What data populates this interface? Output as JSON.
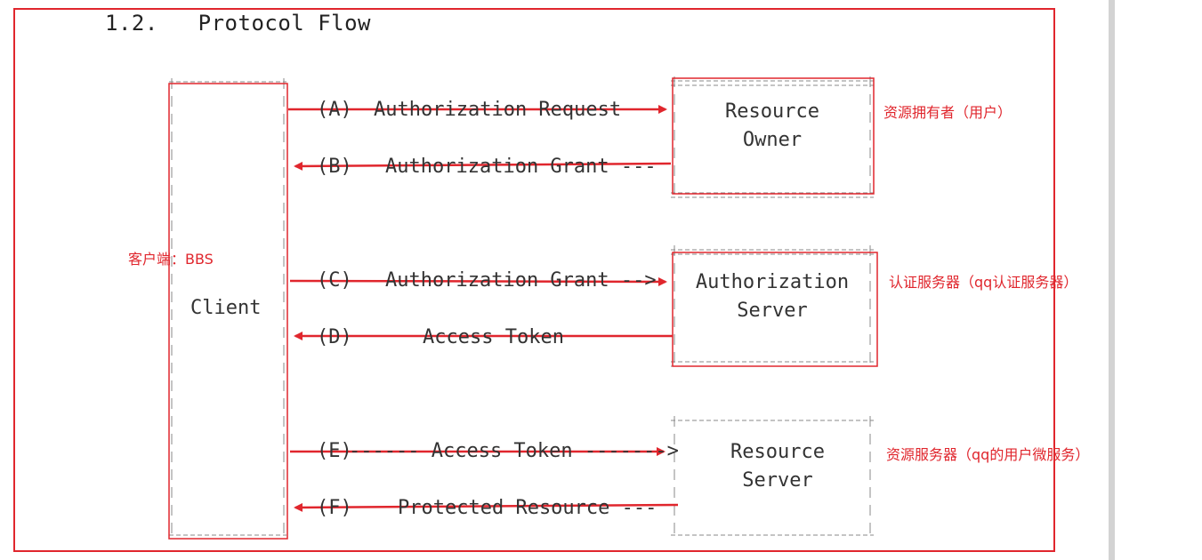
{
  "section": {
    "number": "1.2.",
    "title": "Protocol Flow"
  },
  "client": {
    "label": "Client",
    "note": "客户端：BBS"
  },
  "entities": [
    {
      "id": "resource-owner",
      "line1": "Resource",
      "line2": "Owner",
      "note": "资源拥有者（用户）"
    },
    {
      "id": "authorization-server",
      "line1": "Authorization",
      "line2": "Server",
      "note": "认证服务器（qq认证服务器）"
    },
    {
      "id": "resource-server",
      "line1": "Resource",
      "line2": "Server",
      "note": "资源服务器（qq的用户微服务）"
    }
  ],
  "flows": [
    {
      "step": "(A)",
      "label": "Authorization Request",
      "direction": "right"
    },
    {
      "step": "(B)",
      "label": "Authorization Grant ---",
      "direction": "left"
    },
    {
      "step": "(C)",
      "label": "Authorization Grant -->",
      "direction": "right"
    },
    {
      "step": "(D)",
      "label": "Access Token",
      "direction": "left"
    },
    {
      "step": "(E)",
      "label": "------ Access Token ------->",
      "direction": "right"
    },
    {
      "step": "(F)",
      "label": "Protected Resource ---",
      "direction": "left"
    }
  ],
  "colors": {
    "annotation": "#e0262d",
    "ascii": "#888888",
    "text": "#333333"
  }
}
